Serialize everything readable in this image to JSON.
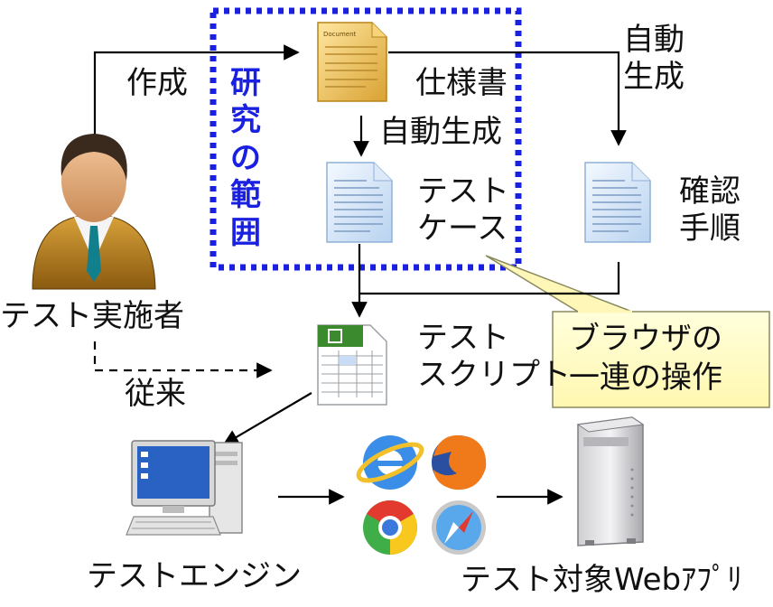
{
  "labels": {
    "create": "作成",
    "scope": [
      "研",
      "究",
      "の",
      "範",
      "囲"
    ],
    "spec": "仕様書",
    "auto_gen": "自動生成",
    "auto_gen_right": [
      "自動",
      "生成"
    ],
    "test_case": [
      "テスト",
      "ケース"
    ],
    "confirm_proc": [
      "確認",
      "手順"
    ],
    "tester": "テスト実施者",
    "test_script": [
      "テスト",
      "スクリプト"
    ],
    "conventional": "従来",
    "test_engine": "テストエンジン",
    "target_app": "テスト対象Webｱﾌﾟﾘ",
    "callout": [
      "ブラウザの",
      "一連の操作"
    ]
  },
  "icons": {
    "tester": "person-icon",
    "spec": "document-icon",
    "test_case": "text-file-icon",
    "confirm_proc": "text-file-icon",
    "test_script": "spreadsheet-icon",
    "test_engine": "computer-icon",
    "browsers": [
      "internet-explorer-icon",
      "firefox-icon",
      "chrome-icon",
      "safari-icon"
    ],
    "server": "server-icon"
  },
  "colors": {
    "scope_border": "#1a20e0",
    "scope_text": "#1a20e0",
    "callout_fill": "#ffffc8",
    "arrow": "#000000"
  }
}
